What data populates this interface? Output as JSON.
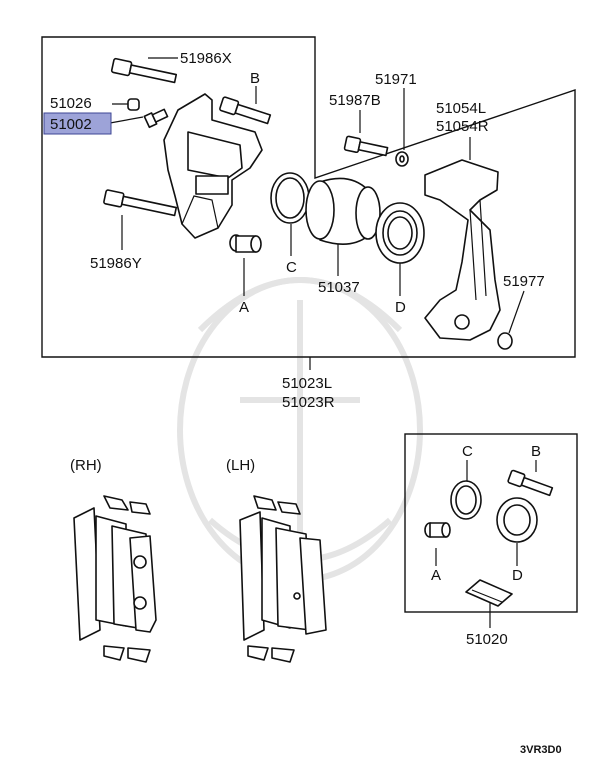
{
  "labels": {
    "bolt_x": "51986X",
    "bolt_y": "51986Y",
    "cap": "51026",
    "bleeder": "51002",
    "b_top": "B",
    "b_bottom": "B",
    "bolt_b": "51987B",
    "washer": "51971",
    "bracket_l": "51054L",
    "bracket_r": "51054R",
    "c_top": "C",
    "c_bottom": "C",
    "piston": "51037",
    "a_top": "A",
    "a_bottom": "A",
    "d_top": "D",
    "d_bottom": "D",
    "plug": "51977",
    "assy_l": "51023L",
    "assy_r": "51023R",
    "rh": "(RH)",
    "lh": "(LH)",
    "kit": "51020",
    "code": "3VR3D0"
  },
  "highlight_color": "#9da3d8"
}
